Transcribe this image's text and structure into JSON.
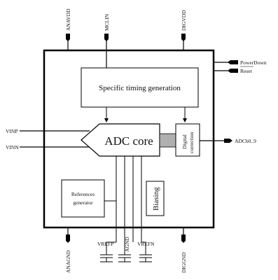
{
  "pins": {
    "top": [
      "ANAVDD",
      "MCLIN",
      "DIGVDD"
    ],
    "bottom": [
      "ANAGND",
      "DIGGND"
    ],
    "right_inputs": [
      "PowerDown",
      "Reset"
    ],
    "right_output": "ADCb0..9",
    "left_inputs": [
      "VINP",
      "VINN"
    ],
    "references": [
      "VREFP",
      "AGND",
      "VREFN"
    ]
  },
  "blocks": {
    "timing": "Specific timing generation",
    "adc_core": "ADC core",
    "digital_correction": [
      "Digital",
      "correction"
    ],
    "references": [
      "References",
      "generator"
    ],
    "biasing": "Biasing"
  },
  "colors": {
    "line": "#000000",
    "connector": "#b0b0b0"
  }
}
